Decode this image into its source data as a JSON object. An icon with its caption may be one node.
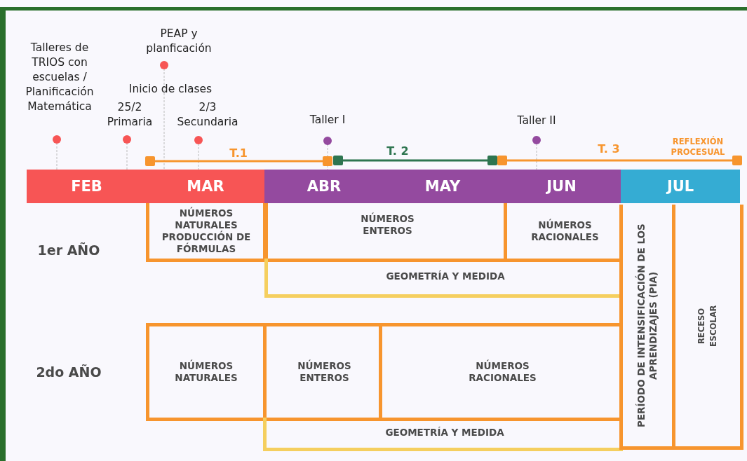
{
  "diagram": {
    "nodes": [
      {
        "text": [
          "FEB"
        ]
      },
      {
        "text": [
          "MAR"
        ]
      },
      {
        "text": [
          "ABR"
        ]
      },
      {
        "text": [
          "MAY"
        ]
      },
      {
        "text": [
          "JUN"
        ]
      },
      {
        "text": [
          "JUL"
        ]
      },
      {
        "text": [
          "NÚMEROS NATURALES PRODUCCIÓN DE FÓRMULAS"
        ]
      },
      {
        "text": [
          "NÚMEROS ENTEROS"
        ]
      },
      {
        "text": [
          "NÚMEROS RACIONALES"
        ]
      },
      {
        "text": [
          "GEOMETRÍA Y MEDIDA"
        ]
      },
      {
        "text": [
          "NÚMEROS NATURALES"
        ]
      },
      {
        "text": [
          "NÚMEROS ENTEROS"
        ]
      },
      {
        "text": [
          "NÚMEROS RACIONALES"
        ]
      },
      {
        "text": [
          "GEOMETRÍA Y MEDIDA"
        ]
      },
      {
        "text": [
          "PERÍODO DE INTENSIFICACIÓN DE LOS APRENDIZAJES (PIA)"
        ]
      },
      {
        "text": [
          "RECESO ESCOLAR"
        ]
      }
    ],
    "labels": [
      "PEAP y planficación",
      "Talleres de TRIOS con escuelas / Planificación Matemática",
      "Inicio de clases",
      "25/2 Primaria",
      "2/3 Secundaria",
      "Taller I",
      "Taller II",
      "REFLEXIÓN PROCESUAL",
      "T.1",
      "T. 2",
      "T. 3",
      "1er AÑO",
      "2do AÑO"
    ]
  }
}
